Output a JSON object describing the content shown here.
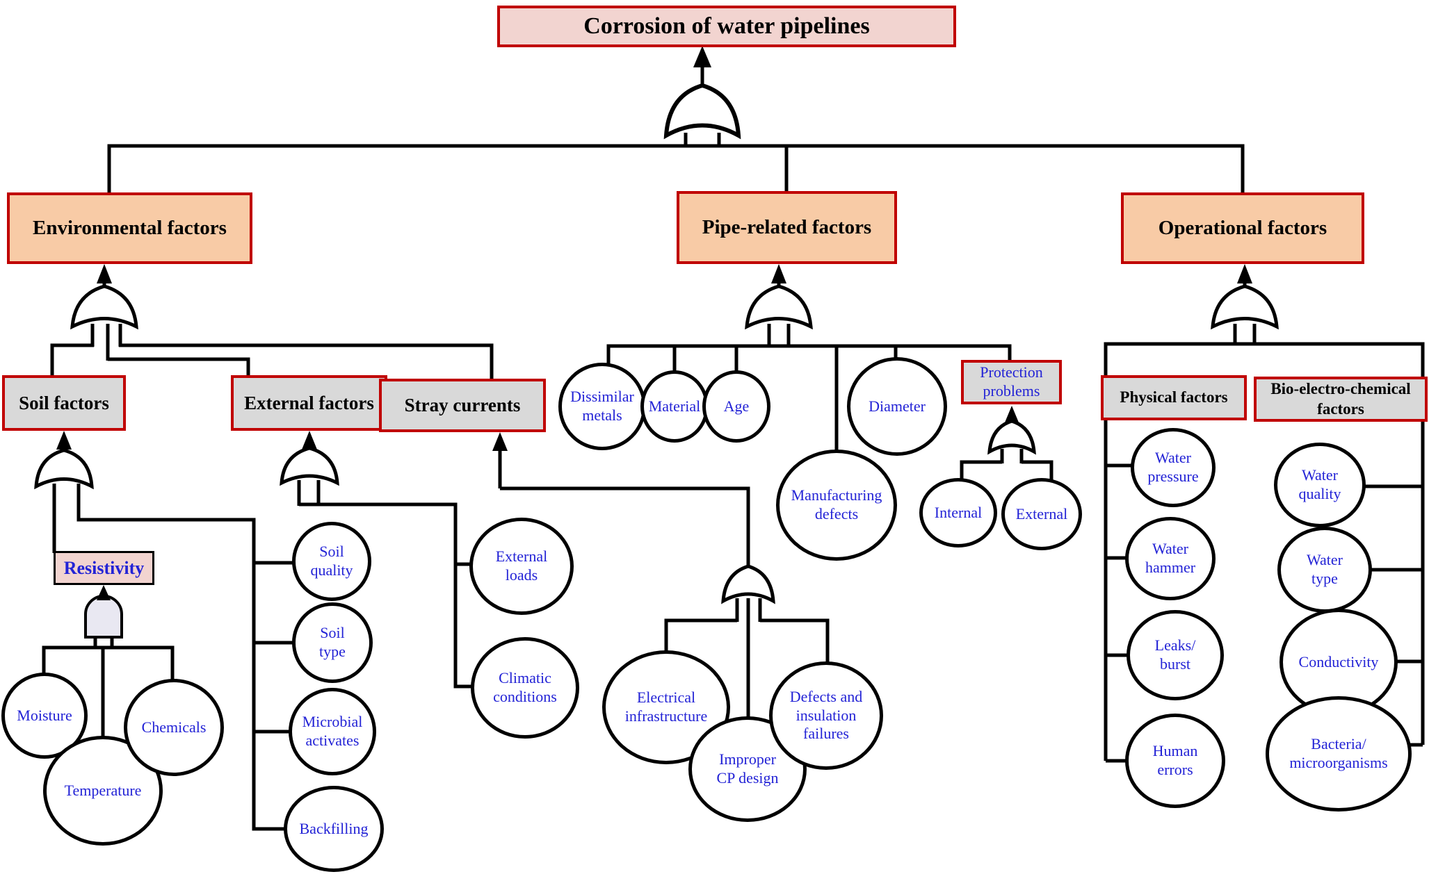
{
  "title": "Corrosion of water pipelines",
  "colors": {
    "top_event_fill": "#f2d4d0",
    "category_fill": "#f8cba6",
    "sub_event_fill": "#d9d9d9",
    "resistivity_fill": "#f2d4d0",
    "and_gate_fill": "#e9e8f2",
    "box_border_red": "#c00000",
    "line_color": "#000000",
    "basic_event_text": "#2323d6"
  },
  "nodes": {
    "title": {
      "label": "Corrosion of water pipelines"
    },
    "environmental": {
      "label": "Environmental factors"
    },
    "pipe_related": {
      "label": "Pipe-related factors"
    },
    "operational": {
      "label": "Operational factors"
    },
    "soil_factors": {
      "label": "Soil factors"
    },
    "external_factors": {
      "label": "External factors"
    },
    "stray_currents": {
      "label": "Stray currents"
    },
    "resistivity": {
      "label": "Resistivity"
    },
    "moisture": {
      "label": "Moisture"
    },
    "temperature": {
      "label": "Temperature"
    },
    "chemicals": {
      "label": "Chemicals"
    },
    "soil_quality": {
      "label": "Soil\nquality"
    },
    "soil_type": {
      "label": "Soil\ntype"
    },
    "microbial_activates": {
      "label": "Microbial\nactivates"
    },
    "backfilling": {
      "label": "Backfilling"
    },
    "external_loads": {
      "label": "External\nloads"
    },
    "climatic_conditions": {
      "label": "Climatic\nconditions"
    },
    "dissimilar_metals": {
      "label": "Dissimilar\nmetals"
    },
    "material": {
      "label": "Material"
    },
    "age": {
      "label": "Age"
    },
    "diameter": {
      "label": "Diameter"
    },
    "manufacturing_defects": {
      "label": "Manufacturing\ndefects"
    },
    "protection_problems": {
      "label": "Protection\nproblems"
    },
    "internal": {
      "label": "Internal"
    },
    "external": {
      "label": "External"
    },
    "electrical_infrastructure": {
      "label": "Electrical\ninfrastructure"
    },
    "improper_cp_design": {
      "label": "Improper\nCP design"
    },
    "defects_insulation": {
      "label": "Defects and\ninsulation\nfailures"
    },
    "physical_factors": {
      "label": "Physical factors"
    },
    "bio_factors": {
      "label": "Bio-electro-chemical\nfactors"
    },
    "water_pressure": {
      "label": "Water\npressure"
    },
    "water_hammer": {
      "label": "Water\nhammer"
    },
    "leaks_burst": {
      "label": "Leaks/\nburst"
    },
    "human_errors": {
      "label": "Human\nerrors"
    },
    "water_quality": {
      "label": "Water\nquality"
    },
    "water_type": {
      "label": "Water\ntype"
    },
    "conductivity": {
      "label": "Conductivity"
    },
    "bacteria": {
      "label": "Bacteria/\nmicroorganisms"
    }
  },
  "tree": {
    "event": "Corrosion of water pipelines",
    "gate": "OR",
    "children": [
      {
        "event": "Environmental factors",
        "gate": "OR",
        "children": [
          {
            "event": "Soil factors",
            "gate": "OR",
            "children": [
              {
                "event": "Resistivity",
                "gate": "AND",
                "children": [
                  "Moisture",
                  "Temperature",
                  "Chemicals"
                ]
              },
              "Soil quality",
              "Soil type",
              "Microbial activates",
              "Backfilling"
            ]
          },
          {
            "event": "External factors",
            "gate": "OR",
            "children": [
              "External loads",
              "Climatic conditions"
            ]
          },
          {
            "event": "Stray currents",
            "gate": "OR",
            "children": [
              "Electrical infrastructure",
              "Improper CP design",
              "Defects and insulation failures"
            ]
          }
        ]
      },
      {
        "event": "Pipe-related factors",
        "gate": "OR",
        "children": [
          "Dissimilar metals",
          "Material",
          "Age",
          "Diameter",
          "Manufacturing defects",
          {
            "event": "Protection problems",
            "gate": "OR",
            "children": [
              "Internal",
              "External"
            ]
          }
        ]
      },
      {
        "event": "Operational factors",
        "gate": "OR",
        "children": [
          {
            "event": "Physical factors",
            "children": [
              "Water pressure",
              "Water hammer",
              "Leaks/burst",
              "Human errors"
            ]
          },
          {
            "event": "Bio-electro-chemical factors",
            "children": [
              "Water quality",
              "Water type",
              "Conductivity",
              "Bacteria/microorganisms"
            ]
          }
        ]
      }
    ]
  }
}
